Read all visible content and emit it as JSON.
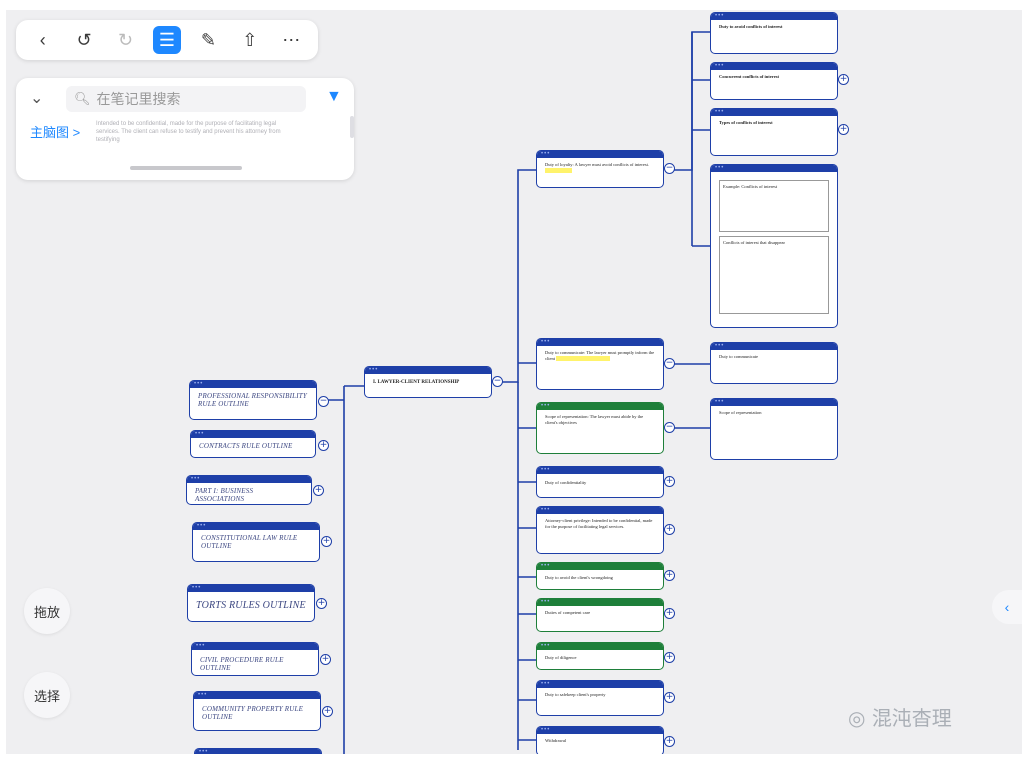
{
  "toolbar": {
    "buttons": [
      "back",
      "undo",
      "redo",
      "outline-view",
      "edit",
      "share",
      "more"
    ]
  },
  "search": {
    "placeholder": "在笔记里搜索",
    "link": "主脑图 >",
    "snippet": "Intended to be confidential, made for the purpose of facilitating legal services. The client can refuse to testify and prevent his attorney from testifying"
  },
  "side_buttons": {
    "drag": "拖放",
    "select": "选择"
  },
  "outline_nodes": [
    "PROFESSIONAL RESPONSIBILITY RULE OUTLINE",
    "CONTRACTS RULE OUTLINE",
    "PART I: BUSINESS ASSOCIATIONS",
    "CONSTITUTIONAL LAW RULE OUTLINE",
    "TORTS RULES OUTLINE",
    "CIVIL PROCEDURE RULE OUTLINE",
    "COMMUNITY PROPERTY RULE OUTLINE"
  ],
  "center_node": "I. LAWYER-CLIENT RELATIONSHIP",
  "mid_nodes": [
    "Duty of loyalty: A lawyer must avoid conflicts of interest.",
    "Duty to communicate: The lawyer must promptly inform the client",
    "Scope of representation: The lawyer must abide by the client's objectives",
    "Duty of confidentiality",
    "Attorney-client privilege: Intended to be confidential, made for the purpose of facilitating legal services.",
    "Duty to avoid the client's wrongdoing",
    "Duties of competent care",
    "Duty of diligence",
    "Duty to safekeep client's property",
    "Withdrawal"
  ],
  "right_cards": [
    "Duty to avoid conflicts of interest",
    "Concurrent conflicts of interest",
    "Types of conflicts of interest",
    "Example: Conflicts of interest",
    "Conflicts of interest that disappear",
    "Duty to communicate",
    "Scope of representation"
  ],
  "watermark": "混沌杳理"
}
